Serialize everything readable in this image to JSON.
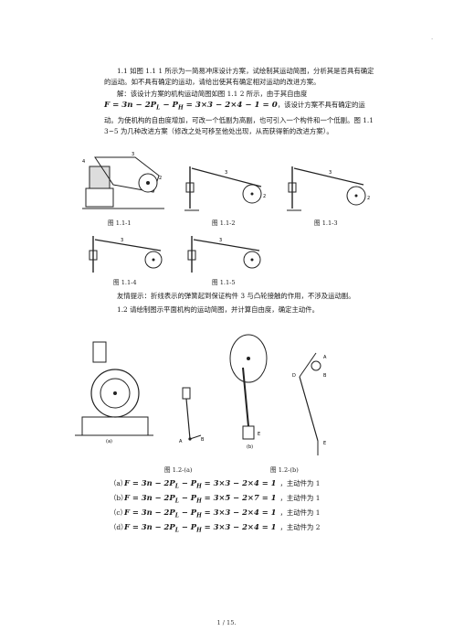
{
  "header_mark": ".",
  "para1": "1.1  如图 1.1 1 所示为一简易冲床设计方案，试绘制其运动简图，分析其是否具有确定的运动。如不具有确定的运动，请给出使其有确定相对运动的改进方案。",
  "para2_a": "解：该设计方案的机构运动简图如图 1.1 2 所示，由于其自由度",
  "formula1": "F = 3n − 2P",
  "formula1_sub1": "L",
  "formula1_mid": " − P",
  "formula1_sub2": "H",
  "formula1_end": " = 3×3 − 2×4 − 1 = 0",
  "para2_b": "，该设计方案不具有确定的运动。为使机构的自由度增加，可改一个低副为高副，也可引入一个构件和一个低副。图 1.1 3~5 为几种改进方案（修改之处可移至他处出现，从而获得新的改进方案）。",
  "captions_row1": [
    "图 1.1-1",
    "图 1.1-2",
    "图 1.1-3"
  ],
  "captions_row2": [
    "图 1.1-4",
    "图 1.1-5"
  ],
  "tip": "友情提示：折线表示的弹簧起到保证构件 3 与凸轮接触的作用，不涉及运动副。",
  "q2": "1.2  请绘制图示平面机构的运动简图，并计算自由度，确定主动件。",
  "captions_row3": [
    "图 1.2-(a)",
    "图 1.2-(b)"
  ],
  "answers": [
    {
      "label": "（a）",
      "formula": "F = 3n − 2P",
      "sub1": "L",
      "mid": " − P",
      "sub2": "H",
      "end": " = 3×3 − 2×4 = 1",
      "result": "，主动件为 1"
    },
    {
      "label": "（b）",
      "formula": "F = 3n − 2P",
      "sub1": "L",
      "mid": " − P",
      "sub2": "H",
      "end": " = 3×5 − 2×7 = 1",
      "result": "，主动件为 1"
    },
    {
      "label": "（c）",
      "formula": "F = 3n − 2P",
      "sub1": "L",
      "mid": " − P",
      "sub2": "H",
      "end": " = 3×3 − 2×4 = 1",
      "result": "，主动件为 1"
    },
    {
      "label": "（d）",
      "formula": "F = 3n − 2P",
      "sub1": "L",
      "mid": " − P",
      "sub2": "H",
      "end": " = 3×3 − 2×4 = 1",
      "result": "，主动件为 2"
    }
  ],
  "footer": "1 / 15."
}
